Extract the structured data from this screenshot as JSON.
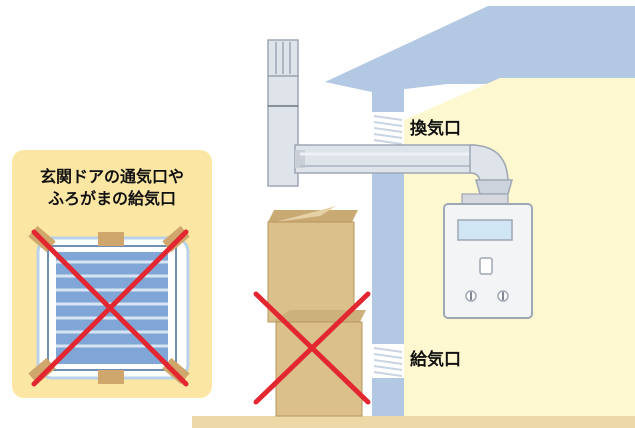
{
  "labels": {
    "exhaust_vent": "換気口",
    "intake_vent": "給気口",
    "card_title_line1": "玄関ドアの通気口や",
    "card_title_line2": "ふろがまの給気口"
  },
  "colors": {
    "house_wall": "#b3c8e2",
    "interior": "#fdf8d0",
    "floor": "#ecd9a7",
    "card_bg": "#fbe6a4",
    "pipe": "#cdd3dc",
    "box": "#dcc08c",
    "cross": "#e32730"
  },
  "icons": [
    "water-heater-icon",
    "cardboard-box-icon",
    "blocked-vent-icon",
    "cross-mark-icon",
    "chimney-icon"
  ]
}
